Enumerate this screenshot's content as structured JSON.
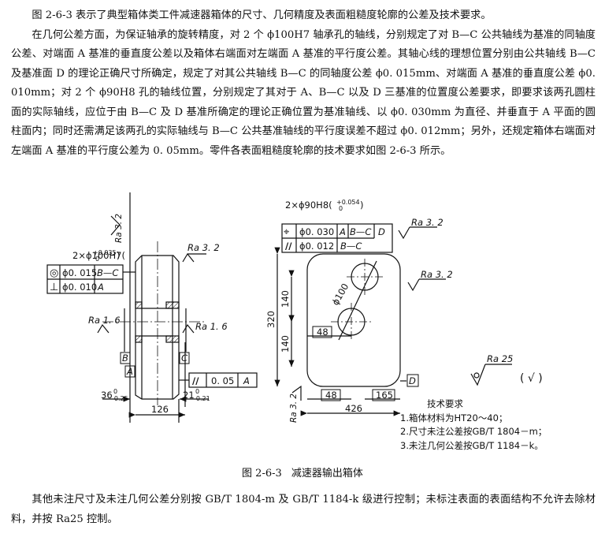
{
  "intro": {
    "p1": "图 2-6-3 表示了典型箱体类工件减速器箱体的尺寸、几何精度及表面粗糙度轮廓的公差及技术要求。",
    "p2": "在几何公差方面，为保证轴承的旋转精度，对 2 个 ϕ100H7 轴承孔的轴线，分别规定了对 B—C 公共轴线为基准的同轴度公差、对端面 A 基准的垂直度公差以及箱体右端面对左端面 A 基准的平行度公差。其轴心线的理想位置分别由公共轴线 B—C 及基准面 D 的理论正确尺寸所确定，规定了对其公共轴线 B—C 的同轴度公差 ϕ0. 015mm、对端面 A 基准的垂直度公差 ϕ0. 010mm；对 2 个 ϕ90H8 孔的轴线位置，分别规定了其对于 A、B—C 以及 D 三基准的位置度公差要求，即要求该两孔圆柱面的实际轴线，应位于由 B—C 及 D 基准所确定的理论正确位置为基准轴线、以 ϕ0. 030mm 为直径、并垂直于 A 平面的圆柱面内；同时还需满足该两孔的实际轴线与 B—C 公共基准轴线的平行度误差不超过 ϕ0. 012mm；另外，还规定箱体右端面对左端面 A 基准的平行度公差为 0. 05mm。零件各表面粗糙度轮廓的技术要求如图 2-6-3 所示。"
  },
  "drawing": {
    "left_view": {
      "hole_spec": "2×ϕ100H7(",
      "hole_tol_upper": "+0.035",
      "hole_tol_lower": "0",
      "frame1_symbol": "◎",
      "frame1_value": "ϕ0. 015",
      "frame1_datum": "B—C",
      "frame2_symbol": "⊥",
      "frame2_value": "ϕ0. 010",
      "frame2_datum": "A",
      "ra_top": "Ra 3. 2",
      "ra_right": "Ra 3. 2",
      "ra_left": "Ra 1. 6",
      "ra_right2": "Ra 1. 6",
      "datum_B": "B",
      "datum_C": "C",
      "datum_A": "A",
      "par_symbol": "//",
      "par_value": "0. 05",
      "par_datum": "A",
      "dim_36": "36",
      "dim_36_tol_upper": "0",
      "dim_36_tol_lower": "-0.25",
      "dim_21": "21",
      "dim_21_tol_upper": "0",
      "dim_21_tol_lower": "-0.21",
      "dim_126": "126"
    },
    "right_view": {
      "hole_spec": "2×ϕ90H8(",
      "hole_tol_upper": "+0.054",
      "hole_tol_lower": "0",
      "frame1_symbol": "⌖",
      "frame1_value": "ϕ0. 030",
      "frame1_datum1": "A",
      "frame1_datum2": "B—C",
      "frame1_datum3": "D",
      "frame2_symbol": "//",
      "frame2_value": "ϕ0. 012",
      "frame2_datum": "B—C",
      "ra_top": "Ra 3. 2",
      "ra_right": "Ra 3. 2",
      "ra_bottom": "Ra 3. 2",
      "dim_phi100": "ϕ100",
      "dim_140a": "140",
      "dim_140b": "140",
      "dim_320": "320",
      "dim_48a": "48",
      "dim_48b": "48",
      "dim_165": "165",
      "dim_426": "426",
      "datum_D": "D"
    },
    "general_roughness": "Ra 25",
    "general_roughness_paren": "(  √  )"
  },
  "tech_req": {
    "title": "技术要求",
    "items": [
      "1.箱体材料为HT20～40；",
      "2.尺寸未注公差按GB/T 1804－m；",
      "3.未注几何公差按GB/T 1184－k。"
    ]
  },
  "caption": {
    "num": "图 2-6-3",
    "title": "减速器输出箱体"
  },
  "outro": "其他未注尺寸及未注几何公差分别按 GB/T 1804-m 及 GB/T 1184-k 级进行控制；未标注表面的表面结构不允许去除材料，并按 Ra25 控制。"
}
